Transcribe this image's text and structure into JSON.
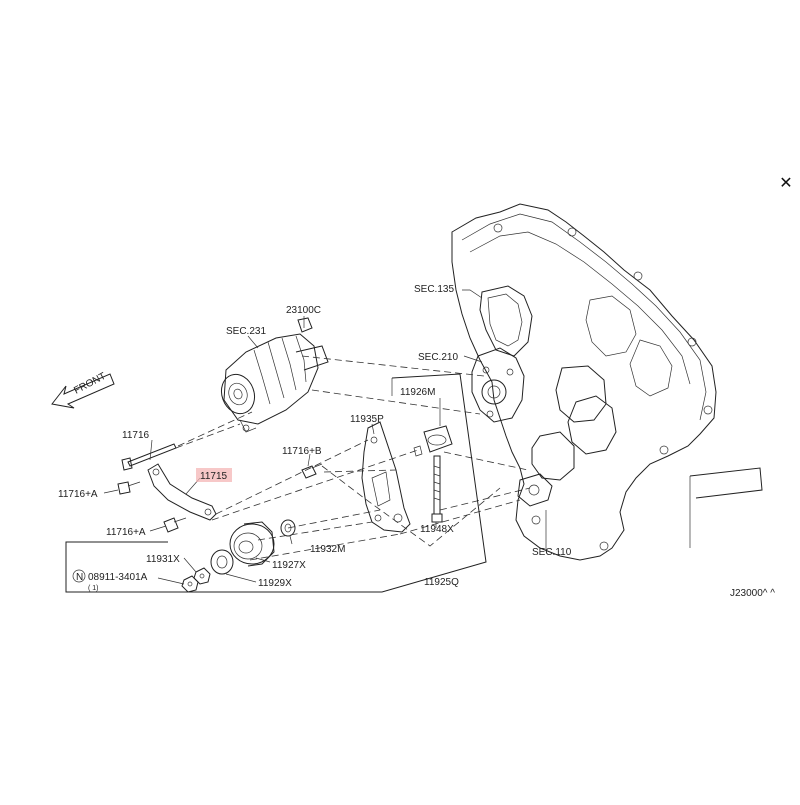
{
  "close_icon": "close-icon",
  "highlight_color": "#f4b6b6",
  "front_label": "FRONT",
  "diagram_code": "J23000^ ^",
  "callouts": {
    "sec_135": "SEC.135",
    "sec_210": "SEC.210",
    "sec_231": "SEC.231",
    "sec_110": "SEC.110",
    "p_23100c": "23100C",
    "p_11926m": "11926M",
    "p_11935p": "11935P",
    "p_11716": "11716",
    "p_11716b": "11716+B",
    "p_11715": "11715",
    "p_11716a_1": "11716+A",
    "p_11716a_2": "11716+A",
    "p_11948x": "11948X",
    "p_11932m": "11932M",
    "p_11931x": "11931X",
    "p_11927x": "11927X",
    "p_08911": "08911-3401A",
    "p_08911_sub": "( 1)",
    "p_08911_prefix": "N",
    "p_11929x": "11929X",
    "p_11925q": "11925Q"
  }
}
